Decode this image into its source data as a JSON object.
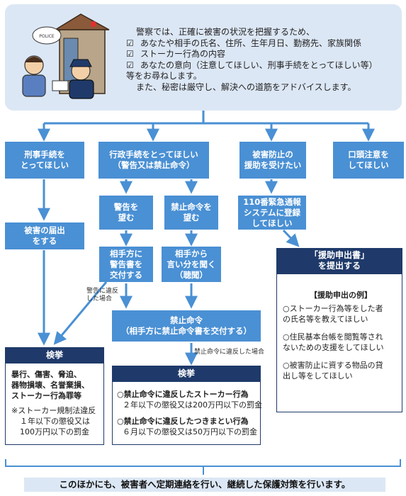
{
  "intro": {
    "line1": "警察では、正確に被害の状況を把握するため、",
    "check_mark": "☑",
    "check1": "あなたや相手の氏名、住所、生年月日、勤務先、家族関係",
    "check2": "ストーカー行為の内容",
    "check3": "あなたの意向（注意してほしい、刑事手続をとってほしい等）",
    "line5": "等をお尋ねします。",
    "line6": "また、秘密は厳守し、解決への道筋をアドバイスします。",
    "sign_text": "POLICE"
  },
  "options": {
    "criminal": [
      "刑事手続を",
      "とってほしい"
    ],
    "admin": [
      "行政手続をとってほしい",
      "（警告又は禁止命令）"
    ],
    "assist": [
      "被害防止の",
      "援助を受けたい"
    ],
    "verbal": [
      "口頭注意を",
      "してほしい"
    ]
  },
  "steps": {
    "warning_want": [
      "警告を",
      "望む"
    ],
    "prohibit_want": [
      "禁止命令を",
      "望む"
    ],
    "system110": [
      "110番緊急通報",
      "システムに登録",
      "してほしい"
    ],
    "report": [
      "被害の届出",
      "をする"
    ],
    "warning_issue": [
      "相手方に",
      "警告書を",
      "交付する"
    ],
    "hearing": [
      "相手から",
      "言い分を聞く",
      "（聴聞）"
    ],
    "order": [
      "禁止命令",
      "（相手方に禁止命令書を交付する）"
    ],
    "warning_violation": [
      "警告に違反",
      "した場合"
    ],
    "order_violation": "禁止命令に違反した場合"
  },
  "assist_request": {
    "header": [
      "「援助申出書」",
      "を提出する"
    ],
    "examples_title": "【援助申出の例】",
    "examples": [
      [
        "○ストーカー行為等をした者",
        "の氏名等を教えてほしい"
      ],
      [
        "○住民基本台帳を閲覧等され",
        "ないための支援をしてほしい"
      ],
      [
        "○被害防止に資する物品の貸",
        "出し等をしてほしい"
      ]
    ]
  },
  "arrest_left": {
    "header": "検挙",
    "crimes": [
      "暴行、傷害、脅迫、",
      "器物損壊、名誉棄損、",
      "ストーカー行為罪等"
    ],
    "law": [
      "※ストーカー規制法違反",
      "１年以下の懲役又は",
      "100万円以下の罰金"
    ]
  },
  "arrest_right": {
    "header": "検挙",
    "item1_title": "○禁止命令に違反したストーカー行為",
    "item1_penalty": "２年以下の懲役又は200万円以下の罰金",
    "item2_title": "○禁止命令に違反したつきまとい行為",
    "item2_penalty": "６月以下の懲役又は50万円以下の罰金"
  },
  "footer": "このほかにも、被害者へ定期連絡を行い、継続した保護対策を行います。",
  "colors": {
    "box_blue": "#4a90d4",
    "navy": "#1f3a6a",
    "light_bg": "#dce7f5",
    "arrow": "#4a90d4"
  }
}
